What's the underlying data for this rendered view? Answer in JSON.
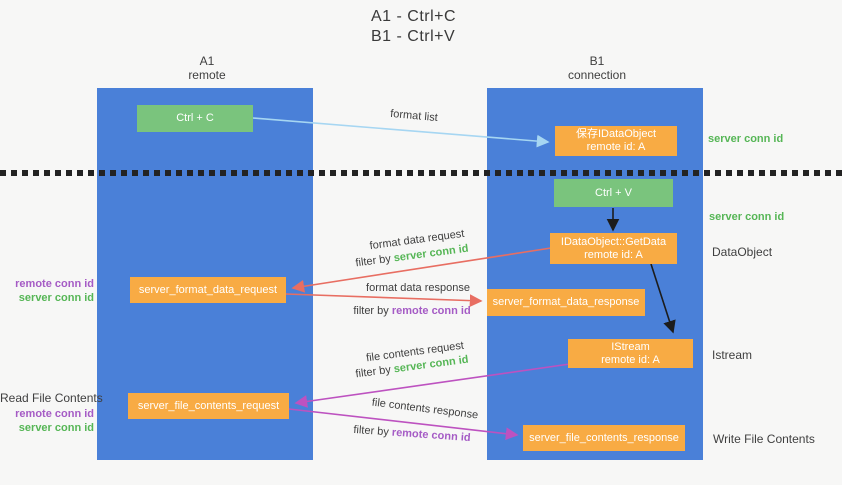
{
  "title": {
    "line1": "A1 - Ctrl+C",
    "line2": "B1 - Ctrl+V"
  },
  "lanes": {
    "left": {
      "name": "A1",
      "subtitle": "remote"
    },
    "right": {
      "name": "B1",
      "subtitle": "connection"
    }
  },
  "nodes": {
    "ctrl_c": {
      "label": "Ctrl + C"
    },
    "save_idataobject": {
      "line1": "保存IDataObject",
      "line2": "remote id: A"
    },
    "ctrl_v": {
      "label": "Ctrl + V"
    },
    "idataobject_getdata": {
      "line1": "IDataObject::GetData",
      "line2": "remote id: A"
    },
    "server_format_data_request": {
      "label": "server_format_data_request"
    },
    "server_format_data_response": {
      "label": "server_format_data_response"
    },
    "istream": {
      "line1": "IStream",
      "line2": "remote id: A"
    },
    "server_file_contents_request": {
      "label": "server_file_contents_request"
    },
    "server_file_contents_response": {
      "label": "server_file_contents_response"
    }
  },
  "side_labels": {
    "server_conn_id_top": "server conn id",
    "server_conn_id_mid": "server conn id",
    "dataobject": "DataObject",
    "istream": "Istream",
    "read_file_contents": "Read File Contents",
    "write_file_contents": "Write File Contents",
    "mid_left": {
      "remote": "remote conn id",
      "server": "server conn id"
    },
    "bottom_left": {
      "remote": "remote conn id",
      "server": "server conn id"
    }
  },
  "arrow_labels": {
    "format_list": "format list",
    "format_data_request": "format data request",
    "format_data_response": "format data response",
    "file_contents_request": "file contents request",
    "file_contents_response": "file contents response",
    "filter_prefix": "filter by ",
    "server_conn_id": "server conn id",
    "remote_conn_id": "remote conn id"
  },
  "colors": {
    "lane_blue": "#4a80d8",
    "node_green": "#7ac47d",
    "node_orange": "#f8ab44",
    "text_green": "#56b656",
    "text_purple": "#a55bc5",
    "arrow_red": "#e86e62",
    "arrow_magenta": "#bd52c0",
    "arrow_lightblue": "#a6d6f2",
    "arrow_black": "#1c1c1c",
    "text_dark": "#3f3f3f",
    "background": "#f7f7f6"
  }
}
